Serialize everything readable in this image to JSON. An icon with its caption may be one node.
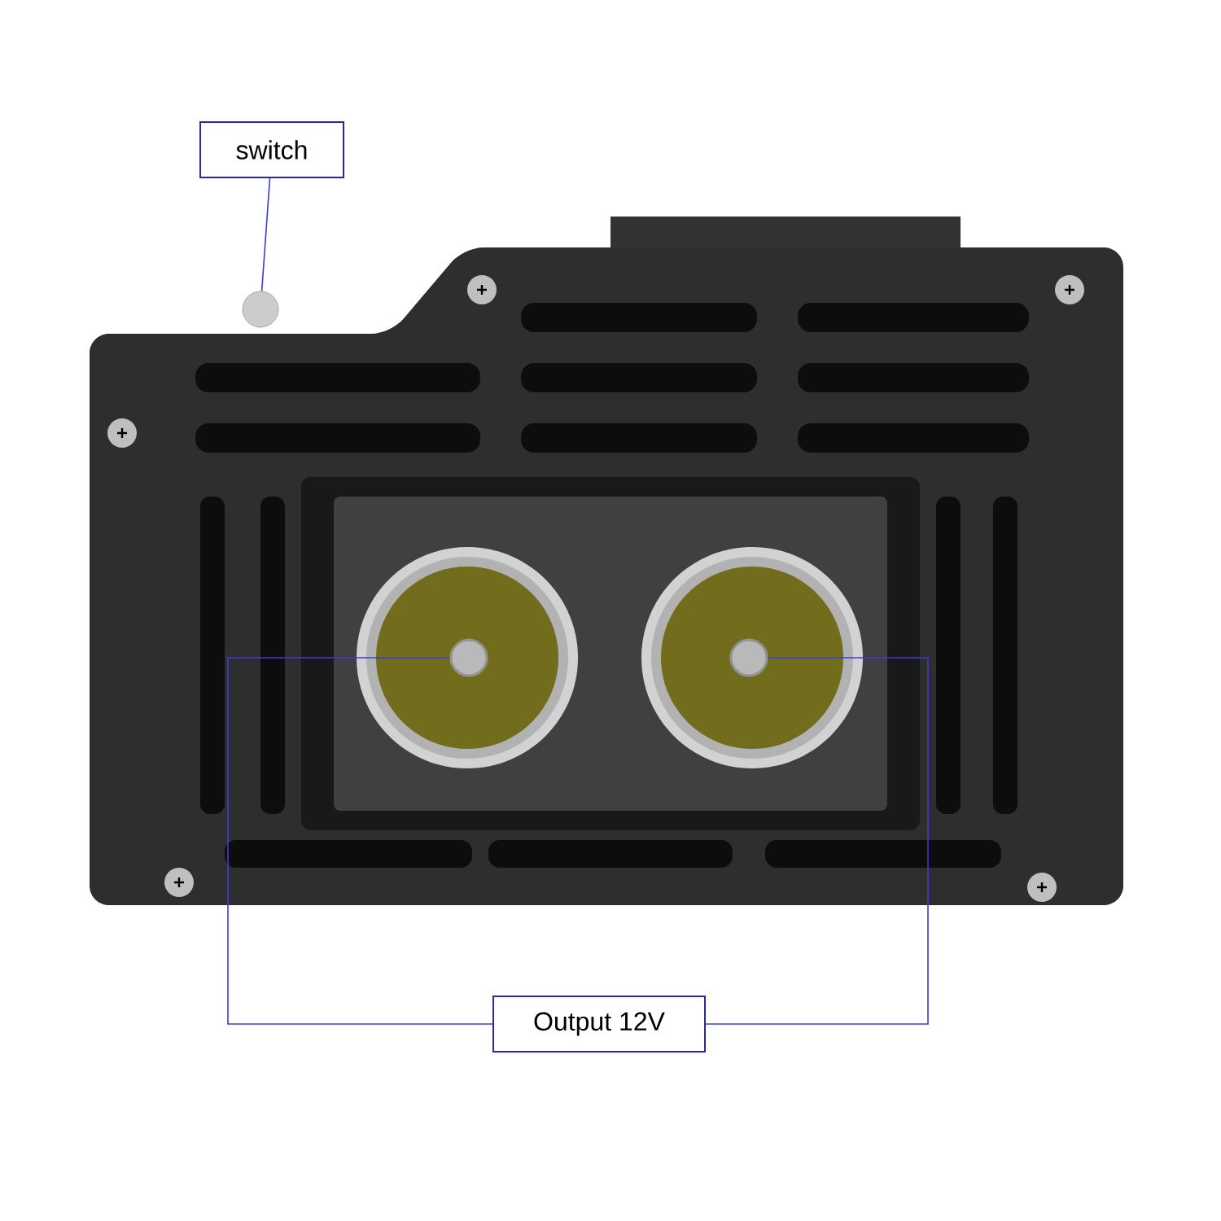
{
  "diagram": {
    "nodes": [
      {
        "text": [
          "switch"
        ]
      },
      {
        "text": [],
        "shape": "circle"
      },
      {
        "text": [
          "Output 12V"
        ]
      },
      {
        "text": [],
        "shape": "circle"
      },
      {
        "text": [],
        "shape": "circle"
      }
    ],
    "edges": [
      {
        "from": 0,
        "to": 1,
        "arrow": "none"
      },
      {
        "from": 2,
        "to": 3,
        "arrow": "none"
      },
      {
        "from": 2,
        "to": 4,
        "arrow": "none"
      }
    ]
  }
}
